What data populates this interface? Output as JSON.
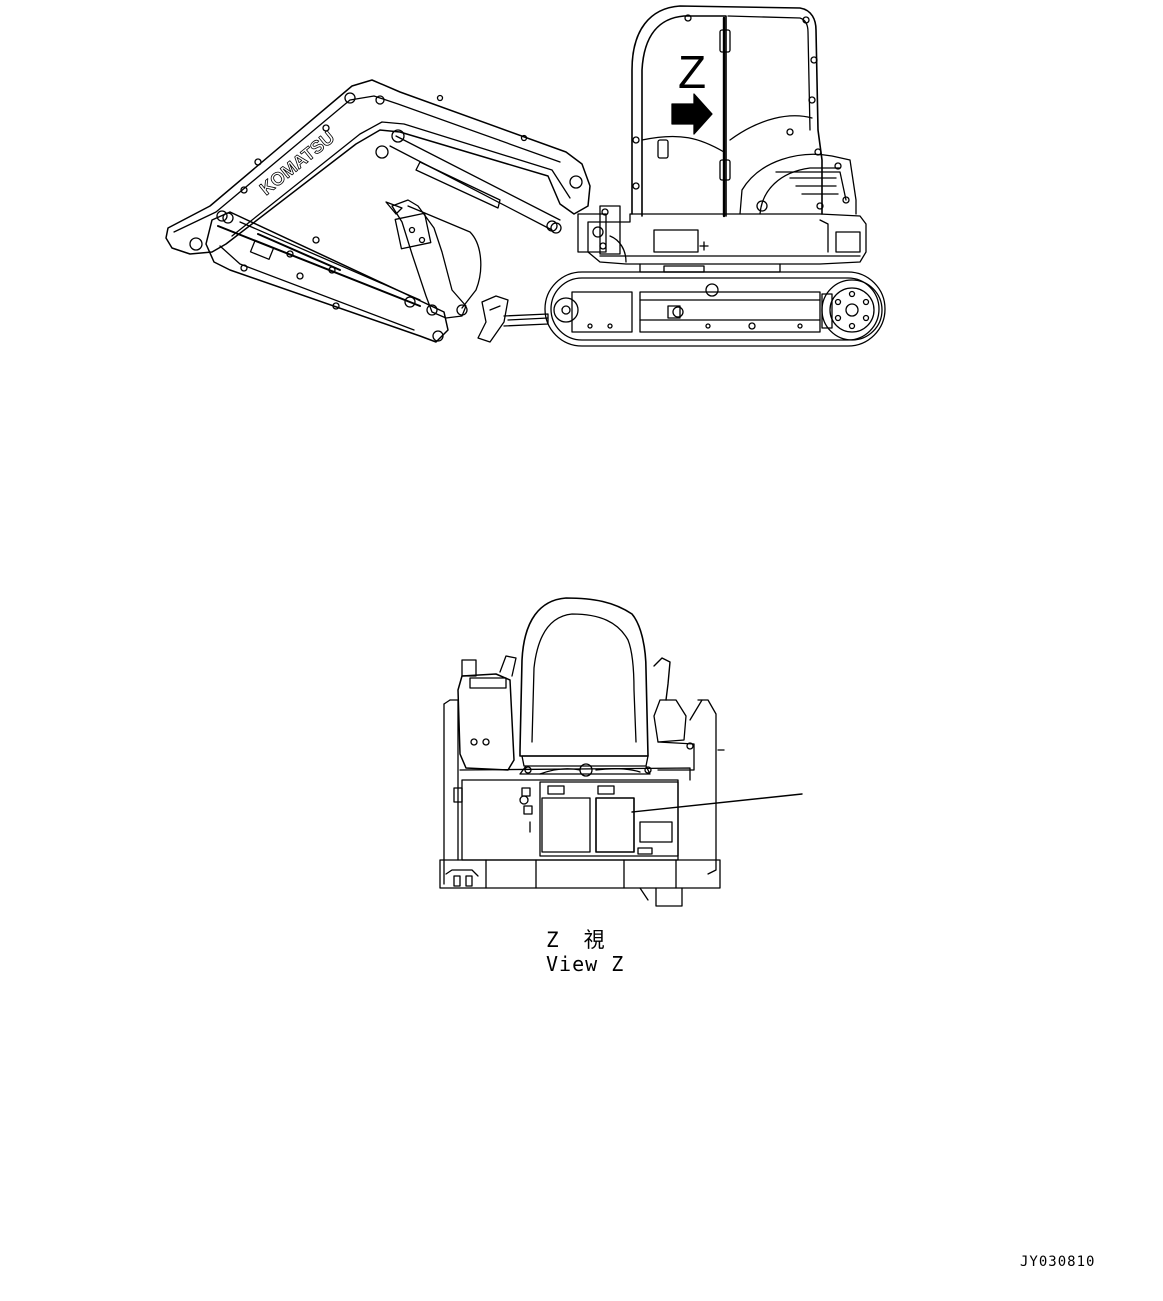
{
  "machine_side": {
    "boom_brand_text": "KOMATSU",
    "view_marker_letter": "Z"
  },
  "view_z": {
    "label_jp": "Z　視",
    "label_en": "View Z"
  },
  "drawing_code": "JY030810",
  "colors": {
    "line": "#000000",
    "background": "#ffffff"
  }
}
